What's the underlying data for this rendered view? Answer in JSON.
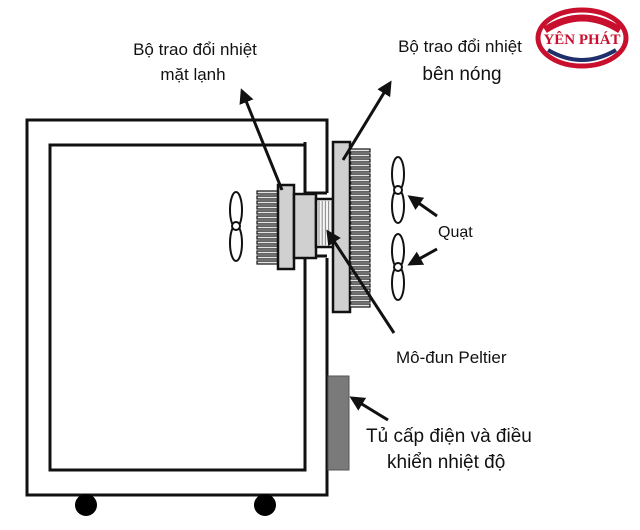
{
  "logo": {
    "text": "YÊN PHÁT"
  },
  "labels": {
    "cold_sink_line1": "Bộ trao đổi nhiệt",
    "cold_sink_line2": "mặt lạnh",
    "hot_sink_line1": "Bộ trao đổi nhiệt",
    "hot_sink_line2": "bên nóng",
    "fan": "Quạt",
    "peltier": "Mô-đun Peltier",
    "power_line1": "Tủ cấp điện và điều",
    "power_line2": "khiển nhiệt độ"
  },
  "colors": {
    "outline": "#111111",
    "sink_fill": "#d0d0d0",
    "fin_fill": "#e4e4e4",
    "power_box": "#7a7a7a",
    "logo_red": "#c8102e",
    "logo_navy": "#1f2f6b"
  }
}
